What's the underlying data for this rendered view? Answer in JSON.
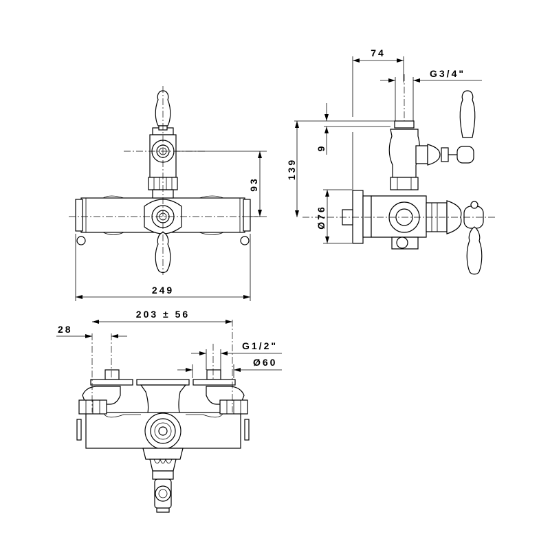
{
  "title": "Thermostatic shower mixer technical drawing",
  "front_view": {
    "width_label": "249",
    "height_label": "93"
  },
  "side_view": {
    "depth_label": "74",
    "outlet_thread_label": "G3/4\"",
    "outlet_offset_label": "9",
    "height_label": "139",
    "flange_diameter_label": "Ø76"
  },
  "bottom_view": {
    "centers_label": "203 ± 56",
    "offset_label": "28",
    "inlet_thread_label": "G1/2\"",
    "flange_diameter_label": "Ø60"
  }
}
